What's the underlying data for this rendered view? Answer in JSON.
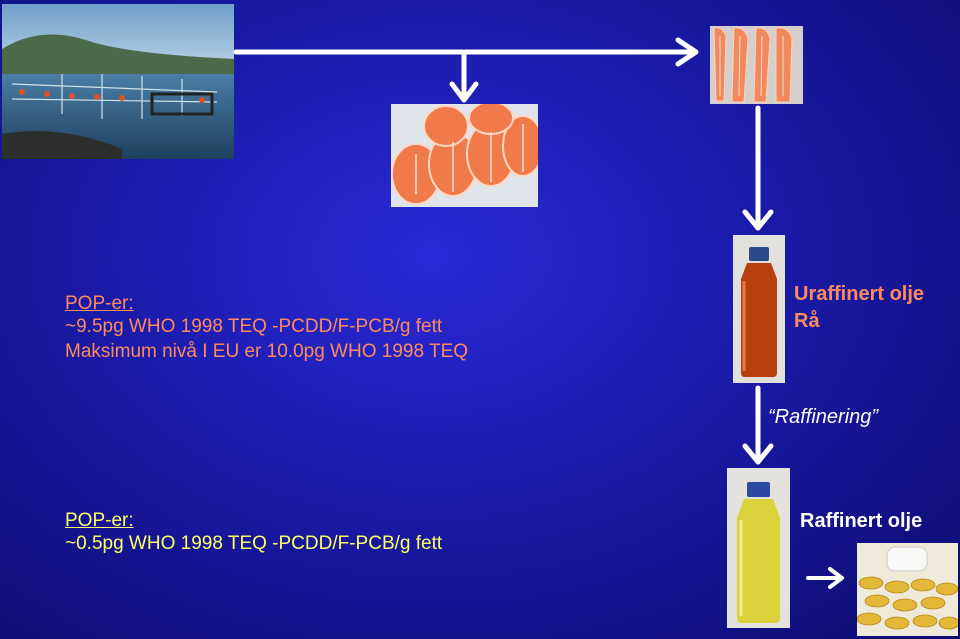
{
  "slide": {
    "background_color": "#1a1aa8",
    "upper_block": {
      "pop_label": "POP-er:",
      "line1": "~9.5pg WHO 1998 TEQ -PCDD/F-PCB/g fett",
      "line2": "Maksimum nivå I EU er 10.0pg WHO 1998 TEQ",
      "color": "#ff8a5c"
    },
    "lower_block": {
      "pop_label": "POP-er:",
      "line1": "~0.5pg WHO 1998 TEQ -PCDD/F-PCB/g fett",
      "color": "#ffff66"
    },
    "labels": {
      "crude_oil_line1": "Uraffinert olje",
      "crude_oil_line2": "Rå",
      "refining": "Raffinering",
      "refined_oil": "Raffinert olje"
    },
    "images": {
      "fish_farm": "fish-farm-photo",
      "salmon_steaks": "salmon-steaks-photo",
      "salmon_fillets": "salmon-fillets-photo",
      "crude_oil_bottle": "crude-oil-bottle-photo",
      "refined_oil_bottle": "refined-oil-bottle-photo",
      "capsules": "fish-oil-capsules-photo"
    }
  }
}
